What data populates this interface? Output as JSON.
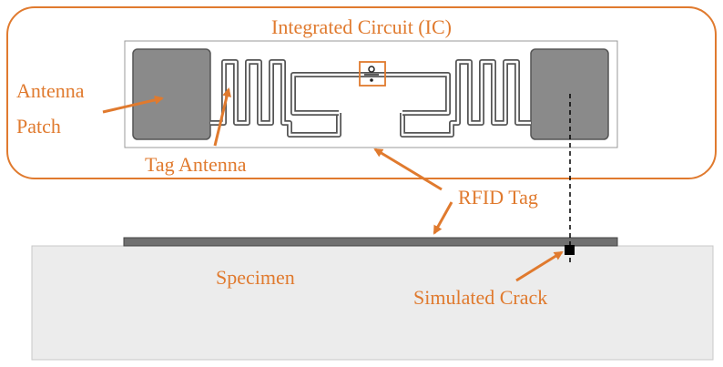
{
  "labels": {
    "ic": "Integrated Circuit (IC)",
    "antenna_patch_line1": "Antenna",
    "antenna_patch_line2": "Patch",
    "tag_antenna": "Tag Antenna",
    "rfid_tag": "RFID Tag",
    "specimen": "Specimen",
    "simulated_crack": "Simulated Crack"
  },
  "colors": {
    "accent": "#E07A2E",
    "trace": "#555555",
    "patch": "#8a8a8a",
    "specimen": "#ececec",
    "tag_strip": "#707070"
  }
}
